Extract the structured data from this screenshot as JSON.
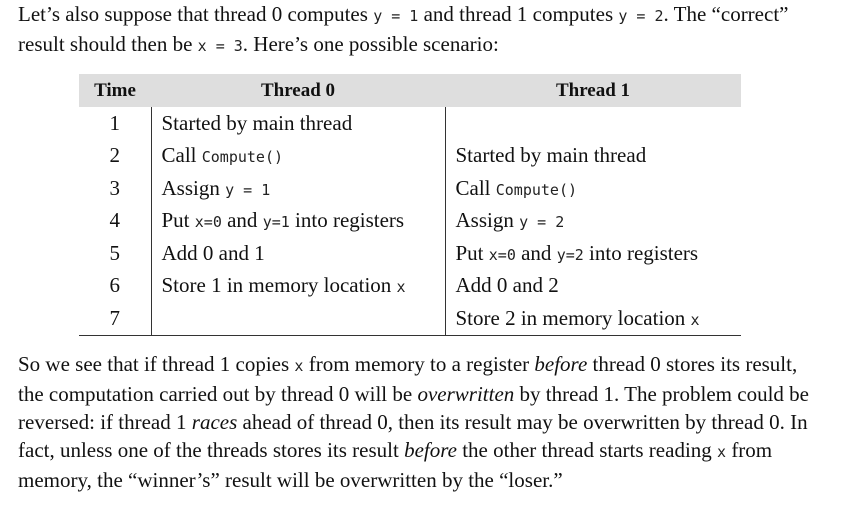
{
  "intro": {
    "p1": "Let’s also suppose that thread 0 computes ",
    "c1": "y = 1",
    "p2": " and thread 1 computes ",
    "c2": "y = 2",
    "p3": ". The “correct” result should then be ",
    "c3": "x = 3",
    "p4": ". Here’s one possible scenario:"
  },
  "table": {
    "headers": [
      "Time",
      "Thread 0",
      "Thread 1"
    ],
    "rows": [
      {
        "time": "1",
        "t0": [
          {
            "t": "Started by main thread"
          }
        ],
        "t1": []
      },
      {
        "time": "2",
        "t0": [
          {
            "t": "Call "
          },
          {
            "c": "Compute()"
          }
        ],
        "t1": [
          {
            "t": "Started by main thread"
          }
        ]
      },
      {
        "time": "3",
        "t0": [
          {
            "t": "Assign "
          },
          {
            "c": "y = 1"
          }
        ],
        "t1": [
          {
            "t": "Call "
          },
          {
            "c": "Compute()"
          }
        ]
      },
      {
        "time": "4",
        "t0": [
          {
            "t": "Put "
          },
          {
            "c": "x=0"
          },
          {
            "t": " and "
          },
          {
            "c": "y=1"
          },
          {
            "t": " into registers"
          }
        ],
        "t1": [
          {
            "t": "Assign "
          },
          {
            "c": "y = 2"
          }
        ]
      },
      {
        "time": "5",
        "t0": [
          {
            "t": "Add 0 and 1"
          }
        ],
        "t1": [
          {
            "t": "Put "
          },
          {
            "c": "x=0"
          },
          {
            "t": " and "
          },
          {
            "c": "y=2"
          },
          {
            "t": " into registers"
          }
        ]
      },
      {
        "time": "6",
        "t0": [
          {
            "t": "Store 1 in memory location "
          },
          {
            "c": "x"
          }
        ],
        "t1": [
          {
            "t": "Add 0 and 2"
          }
        ]
      },
      {
        "time": "7",
        "t0": [],
        "t1": [
          {
            "t": "Store 2 in memory location "
          },
          {
            "c": "x"
          }
        ]
      }
    ]
  },
  "outro": {
    "s1": "So we see that if thread 1 copies ",
    "c1": "x",
    "s2": " from memory to a register ",
    "e1": "before",
    "s3": " thread 0 stores its result, the computation carried out by thread 0 will be ",
    "e2": "overwritten",
    "s4": " by thread 1. The problem could be reversed: if thread 1 ",
    "e3": "races",
    "s5": " ahead of thread 0, then its result may be overwritten by thread 0. In fact, unless one of the threads stores its result ",
    "e4": "before",
    "s6": " the other thread starts reading ",
    "c2": "x",
    "s7": " from memory, the “winner’s” result will be overwritten by the “loser.”"
  }
}
